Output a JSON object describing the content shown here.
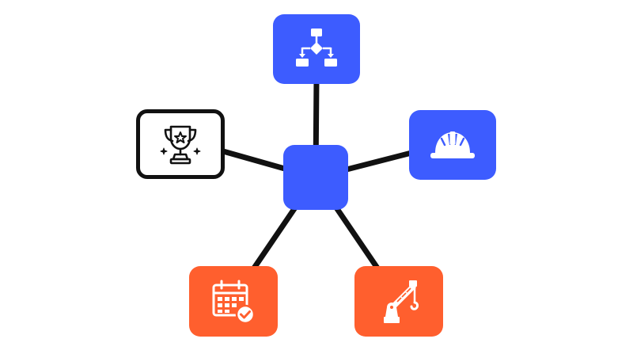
{
  "colors": {
    "blue": "#3d5cff",
    "orange": "#ff5f2e",
    "connector": "#111111",
    "outline": "#111111",
    "white": "#ffffff"
  },
  "nodes": {
    "hub": {
      "icon": "none",
      "fill": "blue"
    },
    "flowchart": {
      "icon": "flowchart-icon",
      "fill": "blue"
    },
    "trophy": {
      "icon": "trophy-icon",
      "fill": "white",
      "outlined": true
    },
    "helmet": {
      "icon": "hard-hat-icon",
      "fill": "blue"
    },
    "calendar": {
      "icon": "calendar-check-icon",
      "fill": "orange"
    },
    "crane": {
      "icon": "crane-icon",
      "fill": "orange"
    }
  },
  "edges": [
    {
      "from": "hub",
      "to": "flowchart"
    },
    {
      "from": "hub",
      "to": "trophy"
    },
    {
      "from": "hub",
      "to": "helmet"
    },
    {
      "from": "hub",
      "to": "calendar"
    },
    {
      "from": "hub",
      "to": "crane"
    }
  ]
}
